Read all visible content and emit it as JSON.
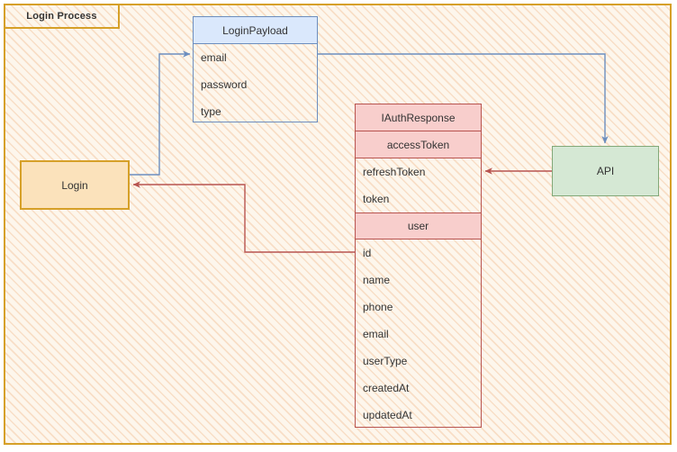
{
  "pool": {
    "label": "Login Process",
    "border_color": "#d6a028",
    "fill_color": "#fdf6ec",
    "hatch_color": "#f3cba7"
  },
  "nodes": {
    "login": {
      "label": "Login",
      "fill_color": "#fbe2bb",
      "border_color": "#d6a028"
    },
    "api": {
      "label": "API",
      "fill_color": "#d5e8d4",
      "border_color": "#82a878"
    }
  },
  "tables": {
    "login_payload": {
      "title": "LoginPayload",
      "header_fill": "#dae8fc",
      "border_color": "#6c8ebf",
      "fields": [
        "email",
        "password",
        "type"
      ]
    },
    "auth_response": {
      "title": "IAuthResponse",
      "header_fill": "#f8cecc",
      "border_color": "#b85450",
      "section_access": "accessToken",
      "fields_top": [
        "refreshToken",
        "token"
      ],
      "section_user": "user",
      "fields_user": [
        "id",
        "name",
        "phone",
        "email",
        "userType",
        "createdAt",
        "updatedAt"
      ]
    }
  },
  "edges": {
    "login_to_payload": {
      "color": "#6c8ebf",
      "name": "login-to-loginpayload-edge"
    },
    "payload_to_api": {
      "color": "#6c8ebf",
      "name": "loginpayload-to-api-edge"
    },
    "api_to_auth": {
      "color": "#b85450",
      "name": "api-to-authresponse-edge"
    },
    "auth_to_login": {
      "color": "#b85450",
      "name": "authresponse-to-login-edge"
    }
  }
}
